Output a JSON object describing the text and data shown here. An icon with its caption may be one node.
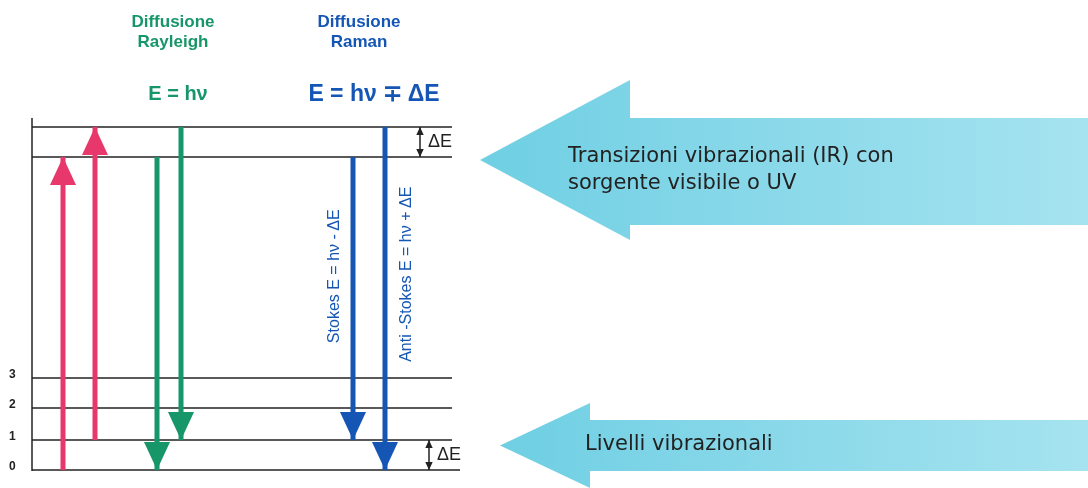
{
  "diagram": {
    "nodes": [
      {
        "text": [],
        "shape": "line"
      },
      {
        "text": [],
        "shape": "line"
      },
      {
        "text": [],
        "shape": "line",
        "beside": [
          "3"
        ]
      },
      {
        "text": [],
        "shape": "line",
        "beside": [
          "2"
        ]
      },
      {
        "text": [],
        "shape": "line",
        "beside": [
          "1"
        ]
      },
      {
        "text": [],
        "shape": "line",
        "beside": [
          "0"
        ]
      },
      {
        "text": [
          "Transizioni vibrazionali (IR) con sorgente visibile o UV"
        ]
      },
      {
        "text": [
          "Livelli vibrazionali"
        ]
      }
    ],
    "edges": [
      {
        "from": 5,
        "to": 1,
        "arrow": "to",
        "color": "#e8376b"
      },
      {
        "from": 4,
        "to": 0,
        "arrow": "to",
        "color": "#e8376b"
      },
      {
        "from": 1,
        "to": 5,
        "arrow": "to",
        "color": "#17966a"
      },
      {
        "from": 0,
        "to": 4,
        "arrow": "to",
        "color": "#17966a"
      },
      {
        "from": 1,
        "to": 4,
        "arrow": "to",
        "color": "#1556b5"
      },
      {
        "from": 0,
        "to": 5,
        "arrow": "to",
        "color": "#1556b5"
      },
      {
        "from": 0,
        "to": 1,
        "arrow": "both",
        "label": "ΔE",
        "color": "#222222"
      },
      {
        "from": 4,
        "to": 5,
        "arrow": "both",
        "label": "ΔE",
        "color": "#222222"
      }
    ],
    "labels": [
      "Diffusione Rayleigh",
      "Diffusione Raman",
      "E = hν",
      "E = hν ∓ ΔE",
      "Stokes E = hν - ΔE",
      "Anti -Stokes E = hν + ΔE"
    ]
  }
}
